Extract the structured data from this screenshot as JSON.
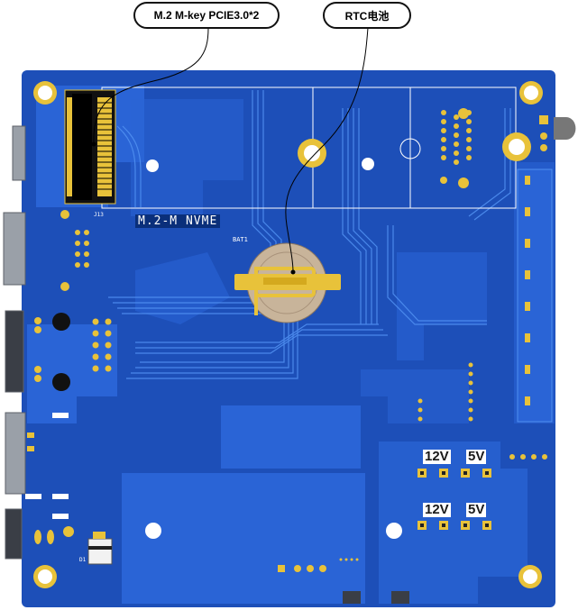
{
  "callouts": {
    "m2": "M.2 M-key PCIE3.0*2",
    "rtc": "RTC电池"
  },
  "silkscreen": {
    "nvme": "M.2-M NVME",
    "battery_ref": "BAT1",
    "connector_ref": "J13",
    "diode_ref": "D1"
  },
  "power_labels": {
    "top_12v": "12V",
    "top_5v": "5V",
    "bottom_12v": "12V",
    "bottom_5v": "5V"
  },
  "colors": {
    "board": "#1d4fb8",
    "copper_pour": "#2a64d6",
    "trace": "#4f8ff0",
    "silkscreen": "#ffffff",
    "pad_gold": "#e8c23a",
    "battery": "#c8b49a"
  }
}
